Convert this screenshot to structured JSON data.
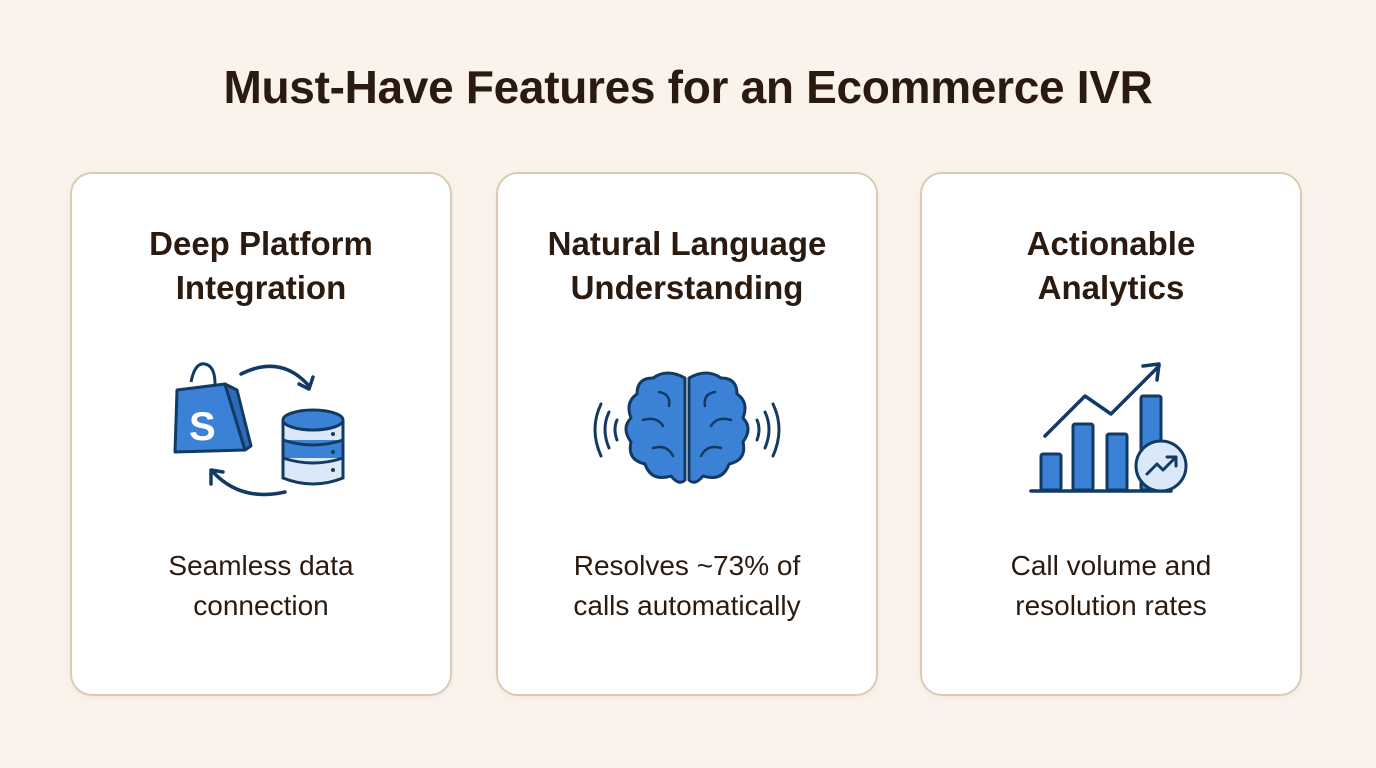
{
  "page": {
    "title": "Must-Have Features for an Ecommerce IVR"
  },
  "cards": [
    {
      "title_line1": "Deep Platform",
      "title_line2": "Integration",
      "icon": "shopping-bag-database-sync-icon",
      "desc_line1": "Seamless data",
      "desc_line2": "connection"
    },
    {
      "title_line1": "Natural Language",
      "title_line2": "Understanding",
      "icon": "brain-sound-waves-icon",
      "desc_line1": "Resolves ~73% of",
      "desc_line2": "calls automatically"
    },
    {
      "title_line1": "Actionable",
      "title_line2": "Analytics",
      "icon": "bar-chart-trend-icon",
      "desc_line1": "Call volume and",
      "desc_line2": "resolution rates"
    }
  ],
  "colors": {
    "background": "#f9f3ec",
    "card_border": "#dccbb2",
    "text": "#2b1a10",
    "icon_fill": "#3b82d6",
    "icon_light": "#dbe8f8",
    "icon_stroke": "#123a63"
  }
}
